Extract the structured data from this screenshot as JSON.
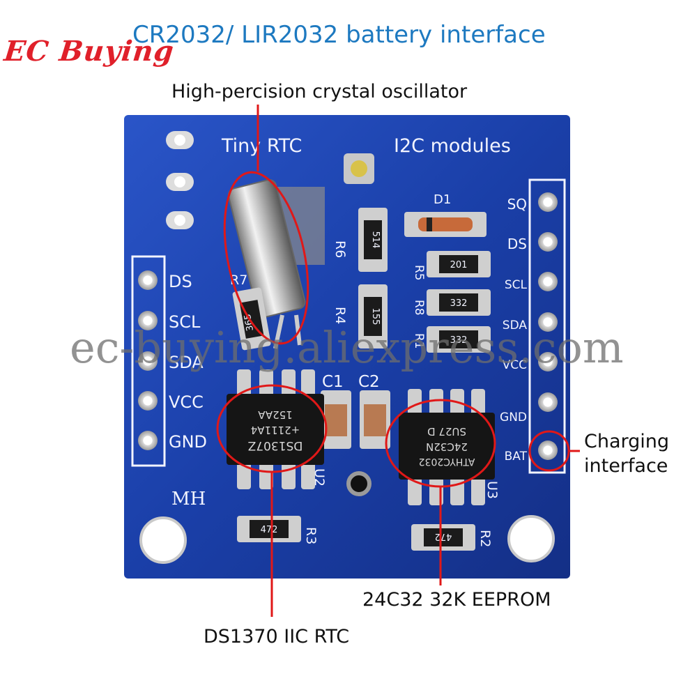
{
  "brand": {
    "logo_text": "EC Buying",
    "color": "#e0202a"
  },
  "header": {
    "title": "CR2032/ LIR2032 battery interface",
    "title_color": "#1d79c0"
  },
  "callouts": {
    "crystal": "High-percision crystal oscillator",
    "charging_line1": "Charging",
    "charging_line2": "interface",
    "eeprom": "24C32 32K EEPROM",
    "rtc": "DS1370 IIC RTC"
  },
  "watermark": "ec-buying.aliexpress.com",
  "board": {
    "color": "#1a3fa8",
    "silkscreen": {
      "title_left": "Tiny RTC",
      "title_right": "I2C  modules",
      "maker": "MH",
      "left_header_pins": [
        "DS",
        "SCL",
        "SDA",
        "VCC",
        "GND"
      ],
      "right_header_pins": [
        "SQ",
        "DS",
        "SCL",
        "SDA",
        "VCC",
        "GND",
        "BAT"
      ],
      "refs": {
        "d1": "D1",
        "r6": "R6",
        "r7": "R7",
        "r4": "R4",
        "r5": "R5",
        "r8": "R8",
        "r1": "R1",
        "r3": "R3",
        "r2": "R2",
        "c1": "C1",
        "c2": "C2",
        "u2": "U2",
        "u3": "U3"
      }
    },
    "resistor_codes": {
      "r6": "514",
      "r7": "365",
      "r4": "155",
      "r5": "201",
      "r8": "332",
      "r1": "332",
      "r3": "472",
      "r2": "472"
    },
    "chips": {
      "u2_line1": "DS1307Z",
      "u2_line2": "+2111A4",
      "u2_line3": "152AA",
      "u3_line1": "ATHYC2032",
      "u3_line2": "24C32N",
      "u3_line3": "SU27 D"
    }
  },
  "highlight_color": "#e01818"
}
